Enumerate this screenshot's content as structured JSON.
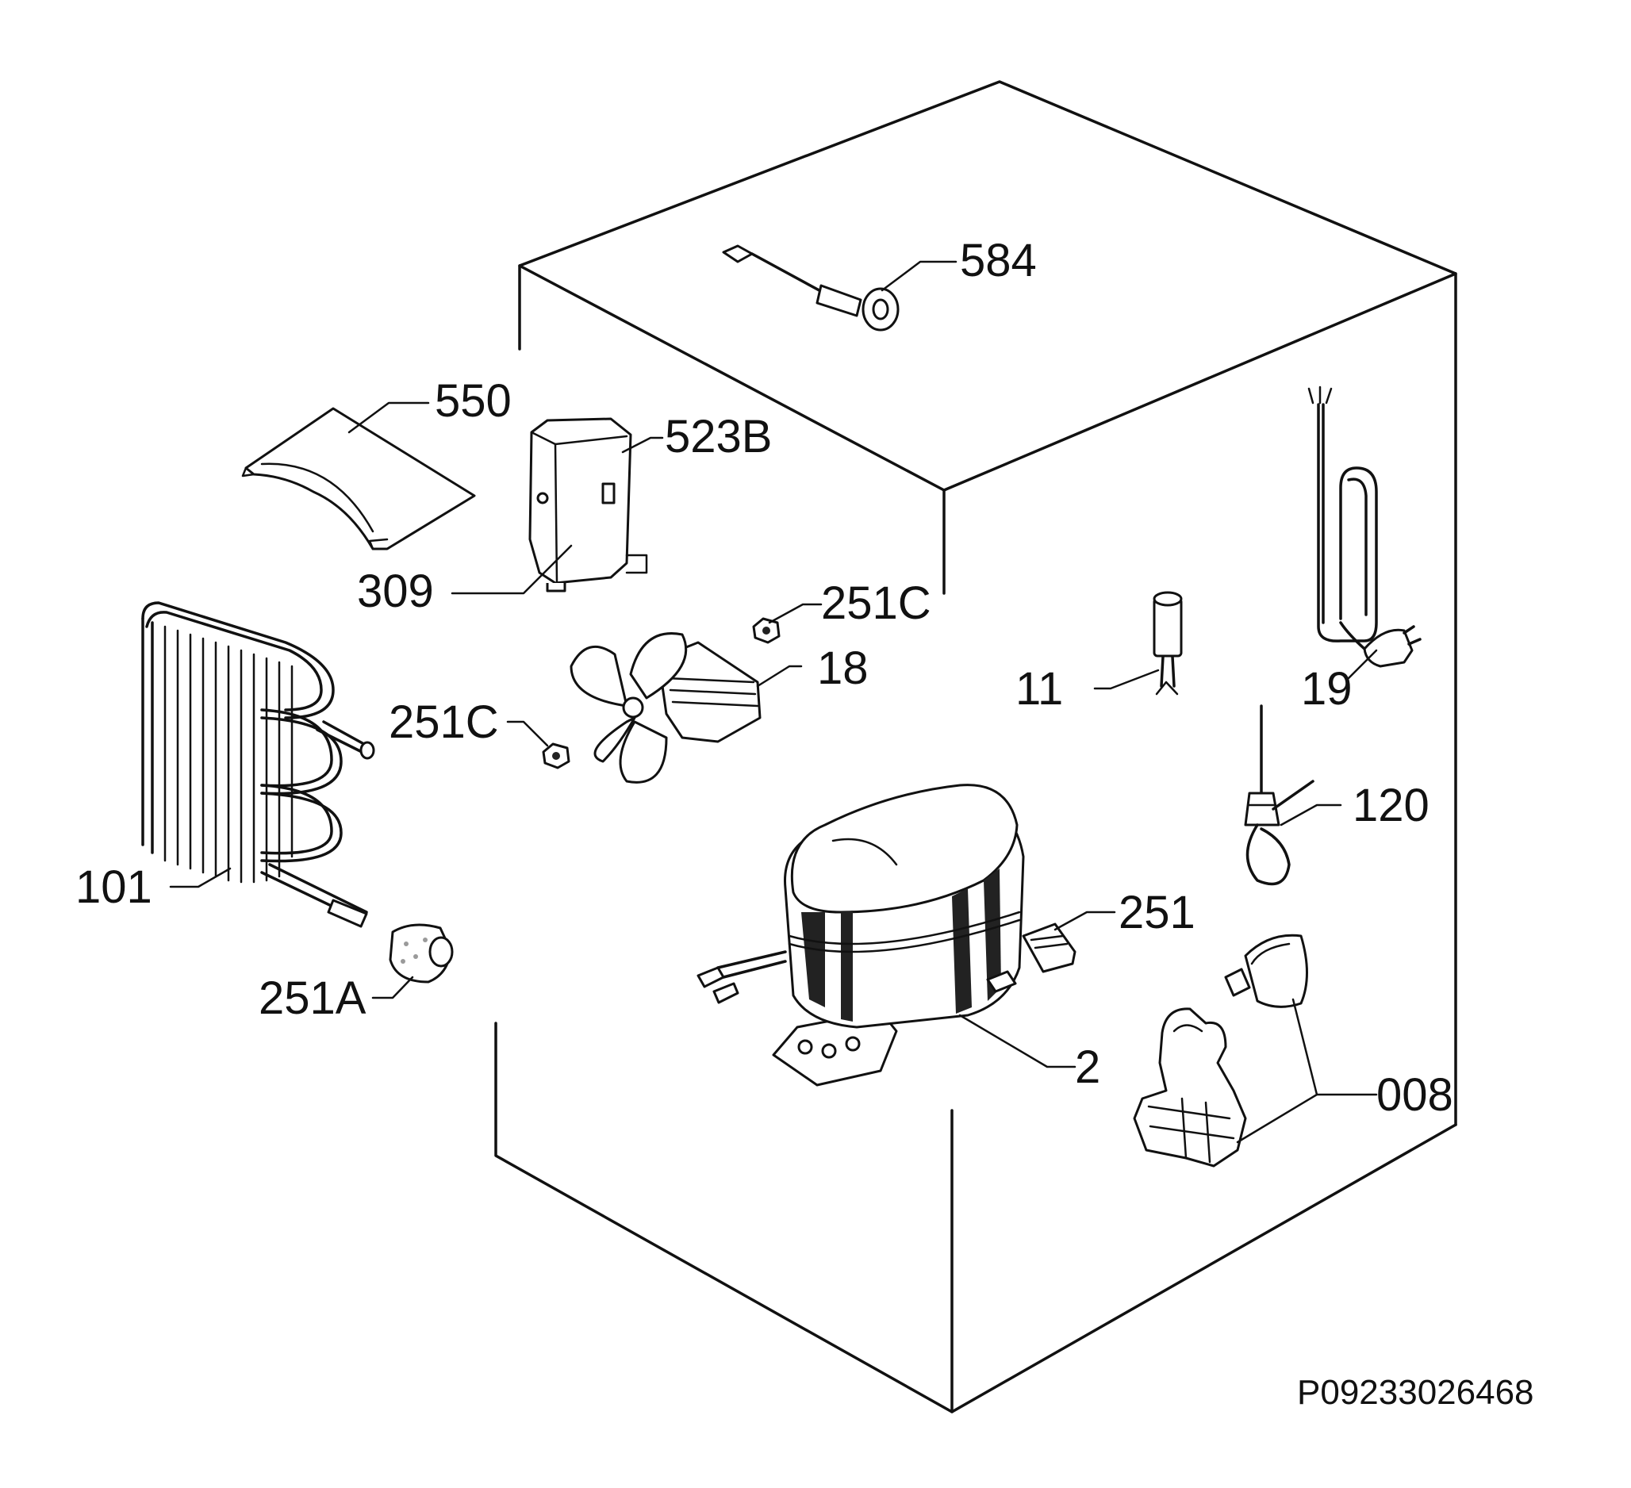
{
  "diagram": {
    "part_labels": {
      "p584": "584",
      "p550": "550",
      "p523b": "523B",
      "p309": "309",
      "p251c_top": "251C",
      "p18": "18",
      "p251c_left": "251C",
      "p11": "11",
      "p19": "19",
      "p120": "120",
      "p101": "101",
      "p251": "251",
      "p251a": "251A",
      "p2": "2",
      "p008": "008"
    },
    "reference_number": "P09233026468",
    "colors": {
      "line": "#111111",
      "background": "#ffffff"
    }
  }
}
